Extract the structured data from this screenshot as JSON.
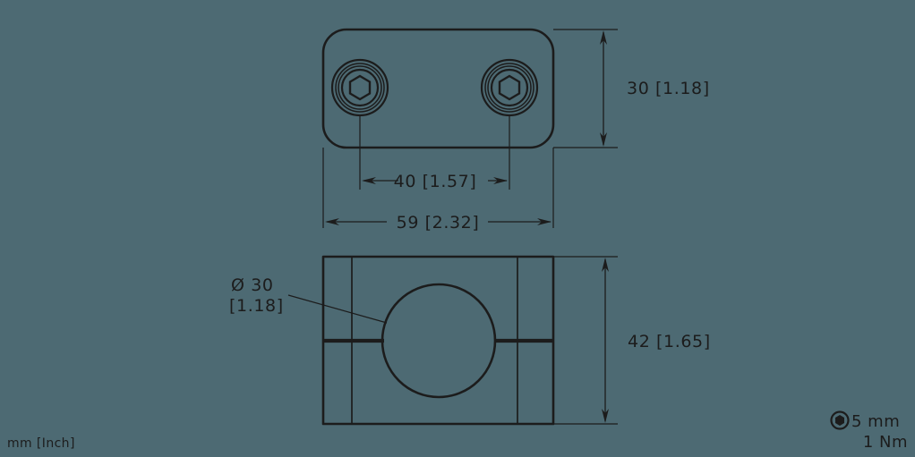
{
  "drawing": {
    "units_caption": "mm [Inch]",
    "background_color": "#4d6a73",
    "line_color": "#1c1c1c",
    "views": {
      "top": {
        "name": "top-view",
        "dimensions": {
          "height": "30 [1.18]",
          "hole_spacing": "40 [1.57]",
          "width": "59 [2.32]"
        },
        "fasteners": [
          {
            "name": "socket-head-screw-left"
          },
          {
            "name": "socket-head-screw-right"
          }
        ]
      },
      "front": {
        "name": "front-view",
        "dimensions": {
          "bore_diameter_line1": "Ø 30",
          "bore_diameter_line2": "[1.18]",
          "height": "42 [1.65]"
        }
      }
    },
    "tool_note": {
      "icon": "hex-socket-icon",
      "size": "5 mm",
      "torque": "1 Nm"
    }
  }
}
